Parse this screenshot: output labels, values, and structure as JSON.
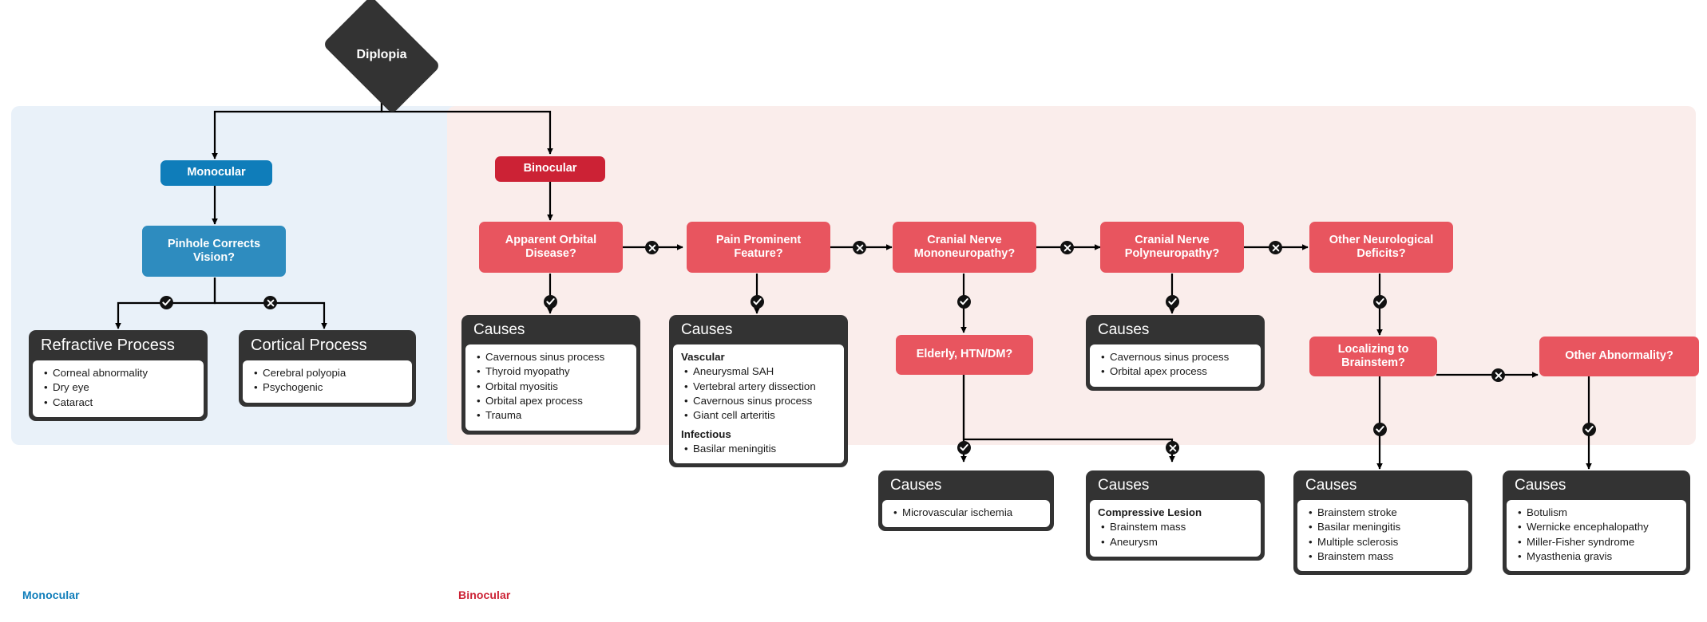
{
  "chart_data": {
    "type": "diagram",
    "title": "Diplopia diagnostic flowchart",
    "root": "Diplopia",
    "clusters": [
      {
        "id": "monocular",
        "label": "Monocular",
        "color": "#e9f1f9",
        "label_color": "#0f7dba"
      },
      {
        "id": "binocular",
        "label": "Binocular",
        "color": "#faedeb",
        "label_color": "#cc2235"
      }
    ]
  },
  "root": {
    "label": "Diplopia"
  },
  "monocular": {
    "entry": {
      "label": "Monocular"
    },
    "question": {
      "label": "Pinhole Corrects Vision?"
    },
    "yes_badge": "check",
    "no_badge": "cross",
    "outcomes": [
      {
        "title": "Refractive Process",
        "items": [
          "Corneal abnormality",
          "Dry eye",
          "Cataract"
        ]
      },
      {
        "title": "Cortical Process",
        "items": [
          "Cerebral polyopia",
          "Psychogenic"
        ]
      }
    ],
    "panel_label": "Monocular"
  },
  "binocular": {
    "entry": {
      "label": "Binocular"
    },
    "panel_label": "Binocular",
    "questions": [
      {
        "id": "orbital",
        "label": "Apparent Orbital Disease?"
      },
      {
        "id": "pain",
        "label": "Pain Prominent Feature?"
      },
      {
        "id": "mono_cn",
        "label": "Cranial Nerve Mononeuropathy?"
      },
      {
        "id": "poly_cn",
        "label": "Cranial Nerve Polyneuropathy?"
      },
      {
        "id": "other_neuro",
        "label": "Other Neurological Deficits?"
      },
      {
        "id": "elderly",
        "label": "Elderly, HTN/DM?"
      },
      {
        "id": "brainstem",
        "label": "Localizing to Brainstem?"
      },
      {
        "id": "other_abn",
        "label": "Other Abnormality?"
      }
    ],
    "causes": [
      {
        "id": "orbital_causes",
        "title": "Causes",
        "groups": [
          {
            "heading": "",
            "items": [
              "Cavernous sinus process",
              "Thyroid myopathy",
              "Orbital myositis",
              "Orbital apex process",
              "Trauma"
            ]
          }
        ]
      },
      {
        "id": "pain_causes",
        "title": "Causes",
        "groups": [
          {
            "heading": "Vascular",
            "items": [
              "Aneurysmal SAH",
              "Vertebral artery dissection",
              "Cavernous sinus process",
              "Giant cell arteritis"
            ]
          },
          {
            "heading": "Infectious",
            "items": [
              "Basilar meningitis"
            ]
          }
        ]
      },
      {
        "id": "microvascular_causes",
        "title": "Causes",
        "groups": [
          {
            "heading": "",
            "items": [
              "Microvascular ischemia"
            ]
          }
        ]
      },
      {
        "id": "poly_causes",
        "title": "Causes",
        "groups": [
          {
            "heading": "",
            "items": [
              "Cavernous sinus process",
              "Orbital apex process"
            ]
          }
        ]
      },
      {
        "id": "compressive_causes",
        "title": "Causes",
        "groups": [
          {
            "heading": "Compressive Lesion",
            "items": [
              "Brainstem mass",
              "Aneurysm"
            ]
          }
        ]
      },
      {
        "id": "brainstem_causes",
        "title": "Causes",
        "groups": [
          {
            "heading": "",
            "items": [
              "Brainstem stroke",
              "Basilar meningitis",
              "Multiple sclerosis",
              "Brainstem mass"
            ]
          }
        ]
      },
      {
        "id": "other_abn_causes",
        "title": "Causes",
        "groups": [
          {
            "heading": "",
            "items": [
              "Botulism",
              "Wernicke encephalopathy",
              "Miller-Fisher syndrome",
              "Myasthenia gravis"
            ]
          }
        ]
      }
    ]
  },
  "colors": {
    "dark": "#333333",
    "mono_primary": "#0f7dba",
    "mono_secondary": "#2e8cbf",
    "bino_primary": "#cc2235",
    "bino_secondary": "#e8555f",
    "mono_panel": "#e9f1f9",
    "bino_panel": "#faedeb",
    "edge": "#000000"
  }
}
